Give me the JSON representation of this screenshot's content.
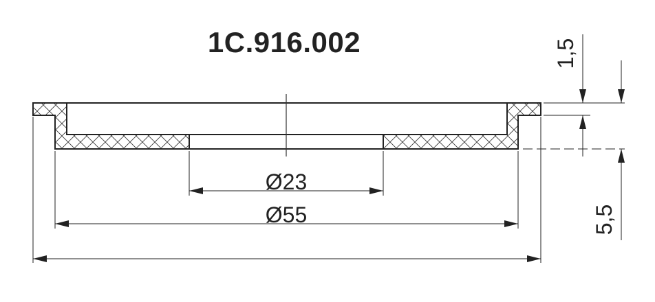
{
  "title": "1C.916.002",
  "dimensions": {
    "inner_diameter": "Ø23",
    "middle_diameter": "Ø55",
    "height_top": "1,5",
    "height_total": "5,5"
  },
  "colors": {
    "line": "#222222",
    "background": "#ffffff"
  }
}
